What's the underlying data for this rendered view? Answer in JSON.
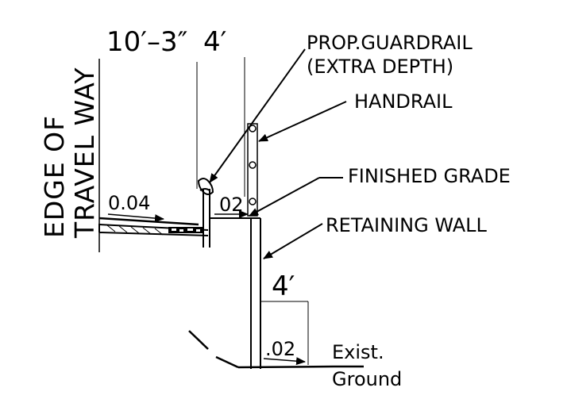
{
  "dimensions": {
    "shoulder_width": "10′–3″",
    "guardrail_offset": "4′",
    "wall_offset": "4′"
  },
  "side_label": {
    "line1": "EDGE OF",
    "line2": "TRAVEL WAY"
  },
  "callouts": {
    "guardrail_line1": "PROP.GUARDRAIL",
    "guardrail_line2": "(EXTRA DEPTH)",
    "handrail": "HANDRAIL",
    "finished_grade": "FINISHED  GRADE",
    "retaining_wall": "RETAINING  WALL"
  },
  "slopes": {
    "shoulder": "0.04",
    "top_of_wall": "02",
    "toe": ".02"
  },
  "ground": {
    "line1": "Exist.",
    "line2": "Ground"
  }
}
